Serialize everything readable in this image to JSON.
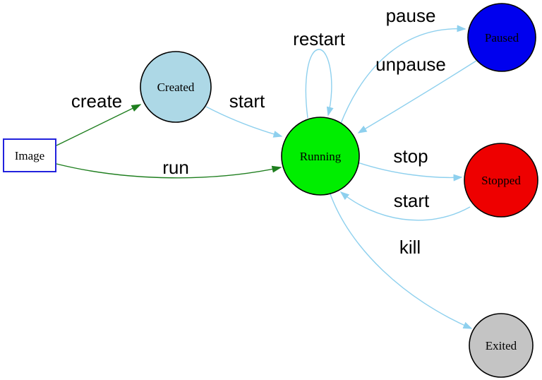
{
  "colors": {
    "background": "#ffffff",
    "edge_blue": "#8ed0ee",
    "edge_green": "#1e7e1e",
    "node_border": "#000000",
    "image_border": "#2222dd"
  },
  "nodes": [
    {
      "id": "image",
      "label": "Image",
      "shape": "rectangle",
      "fill": "#ffffff",
      "border": "#2222dd"
    },
    {
      "id": "created",
      "label": "Created",
      "shape": "circle",
      "fill": "#add8e6"
    },
    {
      "id": "running",
      "label": "Running",
      "shape": "circle",
      "fill": "#00ee00"
    },
    {
      "id": "paused",
      "label": "Paused",
      "shape": "circle",
      "fill": "#0000ee"
    },
    {
      "id": "stopped",
      "label": "Stopped",
      "shape": "circle",
      "fill": "#ee0000"
    },
    {
      "id": "exited",
      "label": "Exited",
      "shape": "circle",
      "fill": "#c4c4c4"
    }
  ],
  "edges": [
    {
      "from": "image",
      "to": "created",
      "label": "create",
      "color": "#1e7e1e"
    },
    {
      "from": "image",
      "to": "running",
      "label": "run",
      "color": "#1e7e1e"
    },
    {
      "from": "created",
      "to": "running",
      "label": "start",
      "color": "#8ed0ee"
    },
    {
      "from": "running",
      "to": "running",
      "label": "restart",
      "color": "#8ed0ee"
    },
    {
      "from": "running",
      "to": "paused",
      "label": "pause",
      "color": "#8ed0ee"
    },
    {
      "from": "paused",
      "to": "running",
      "label": "unpause",
      "color": "#8ed0ee"
    },
    {
      "from": "running",
      "to": "stopped",
      "label": "stop",
      "color": "#8ed0ee"
    },
    {
      "from": "stopped",
      "to": "running",
      "label": "start",
      "color": "#8ed0ee"
    },
    {
      "from": "running",
      "to": "exited",
      "label": "kill",
      "color": "#8ed0ee"
    }
  ]
}
